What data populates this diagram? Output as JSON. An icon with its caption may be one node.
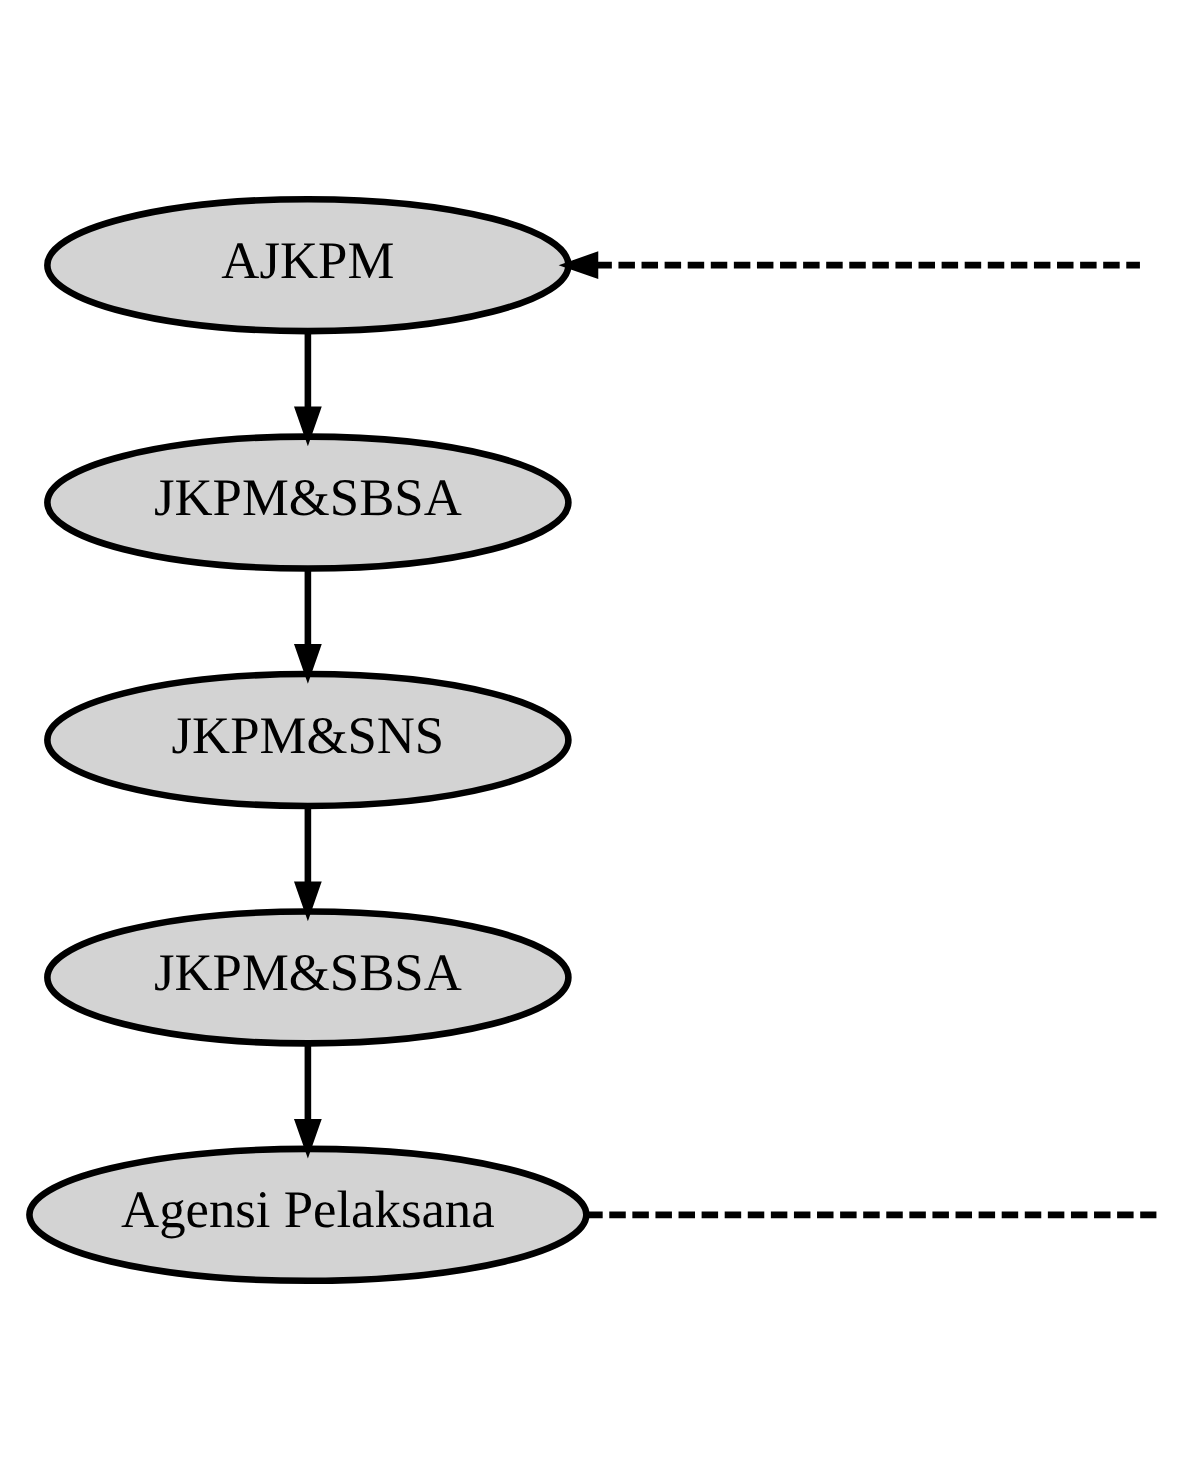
{
  "diagram": {
    "nodes": [
      {
        "text": [
          "AJKPM"
        ]
      },
      {
        "text": [
          "JKPM&SBSA"
        ]
      },
      {
        "text": [
          "JKPM&SNS"
        ]
      },
      {
        "text": [
          "JKPM&SBSA"
        ]
      },
      {
        "text": [
          "Agensi Pelaksana"
        ]
      }
    ],
    "edges": [
      {
        "from": null,
        "to": 0,
        "arrow": "to",
        "style": "dashed"
      },
      {
        "from": 0,
        "to": 1,
        "arrow": "to"
      },
      {
        "from": 1,
        "to": 2,
        "arrow": "to"
      },
      {
        "from": 2,
        "to": 3,
        "arrow": "to"
      },
      {
        "from": 3,
        "to": 4,
        "arrow": "to"
      },
      {
        "from": 4,
        "to": null,
        "arrow": "none",
        "style": "dashed"
      }
    ]
  }
}
